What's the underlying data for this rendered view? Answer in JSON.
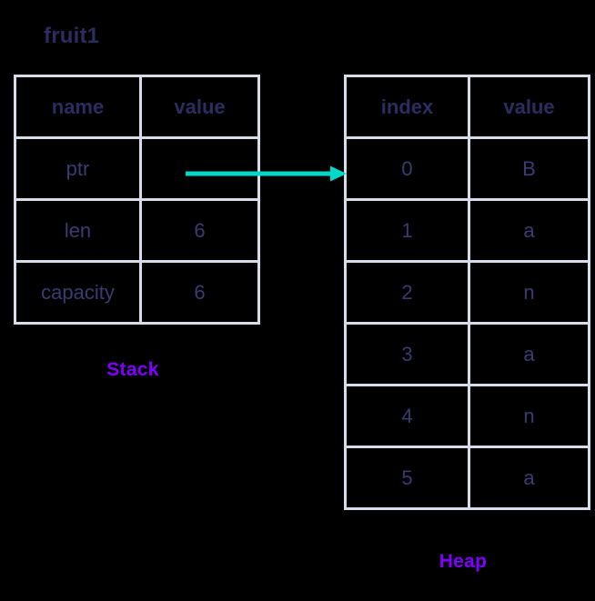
{
  "diagram": {
    "title": "fruit1",
    "background_color": "#000000",
    "border_color": "#d7dceb",
    "text_color": "#3b3b72",
    "accent_color": "#8000ff",
    "arrow_color": "#00d9c8"
  },
  "stack": {
    "region_label": "Stack",
    "headers": [
      "name",
      "value"
    ],
    "rows": [
      {
        "name": "ptr",
        "value": ""
      },
      {
        "name": "len",
        "value": "6"
      },
      {
        "name": "capacity",
        "value": "6"
      }
    ]
  },
  "heap": {
    "region_label": "Heap",
    "headers": [
      "index",
      "value"
    ],
    "rows": [
      {
        "index": "0",
        "value": "B"
      },
      {
        "index": "1",
        "value": "a"
      },
      {
        "index": "2",
        "value": "n"
      },
      {
        "index": "3",
        "value": "a"
      },
      {
        "index": "4",
        "value": "n"
      },
      {
        "index": "5",
        "value": "a"
      }
    ]
  },
  "arrow": {
    "name": "ptr-to-heap-arrow",
    "from": "stack ptr value cell",
    "to": "heap index 0 row"
  }
}
